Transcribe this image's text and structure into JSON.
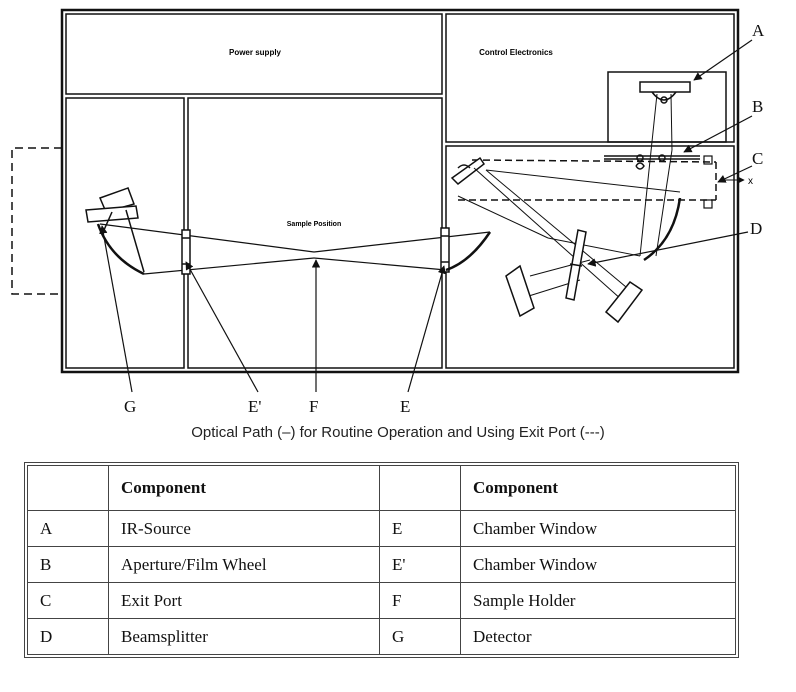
{
  "diagram": {
    "label_power_supply": "Power supply",
    "label_control_electronics": "Control Electronics",
    "label_sample_position": "Sample Position",
    "axis_x": "x",
    "callouts": {
      "A": "A",
      "B": "B",
      "C": "C",
      "D": "D",
      "G": "G",
      "E_prime": "E'",
      "F": "F",
      "E": "E"
    }
  },
  "caption": "Optical Path (–) for Routine Operation and Using Exit Port (---)",
  "table": {
    "header_left": "Component",
    "header_right": "Component",
    "rows": [
      {
        "k1": "A",
        "v1": "IR-Source",
        "k2": "E",
        "v2": "Chamber Window"
      },
      {
        "k1": "B",
        "v1": "Aperture/Film Wheel",
        "k2": "E'",
        "v2": "Chamber Window"
      },
      {
        "k1": "C",
        "v1": "Exit Port",
        "k2": "F",
        "v2": "Sample Holder"
      },
      {
        "k1": "D",
        "v1": "Beamsplitter",
        "k2": "G",
        "v2": "Detector"
      }
    ]
  }
}
